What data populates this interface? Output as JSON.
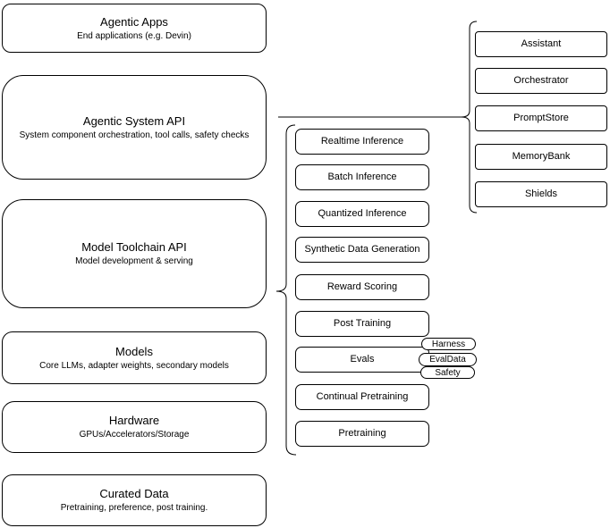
{
  "colors": {
    "stroke": "#000000",
    "background": "#ffffff",
    "text": "#000000"
  },
  "stack_layers": [
    {
      "title": "Agentic Apps",
      "subtitle": "End applications (e.g. Devin)"
    },
    {
      "title": "Agentic System API",
      "subtitle": "System component orchestration, tool calls, safety checks"
    },
    {
      "title": "Model Toolchain API",
      "subtitle": "Model development & serving"
    },
    {
      "title": "Models",
      "subtitle": "Core LLMs, adapter weights, secondary models"
    },
    {
      "title": "Hardware",
      "subtitle": "GPUs/Accelerators/Storage"
    },
    {
      "title": "Curated Data",
      "subtitle": "Pretraining, preference, post training."
    }
  ],
  "toolchain_components": [
    "Realtime Inference",
    "Batch Inference",
    "Quantized Inference",
    "Synthetic Data Generation",
    "Reward Scoring",
    "Post Training",
    "Evals",
    "Continual Pretraining",
    "Pretraining"
  ],
  "evals_pills": [
    "Harness",
    "EvalData",
    "Safety"
  ],
  "agentic_components": [
    "Assistant",
    "Orchestrator",
    "PromptStore",
    "MemoryBank",
    "Shields"
  ]
}
